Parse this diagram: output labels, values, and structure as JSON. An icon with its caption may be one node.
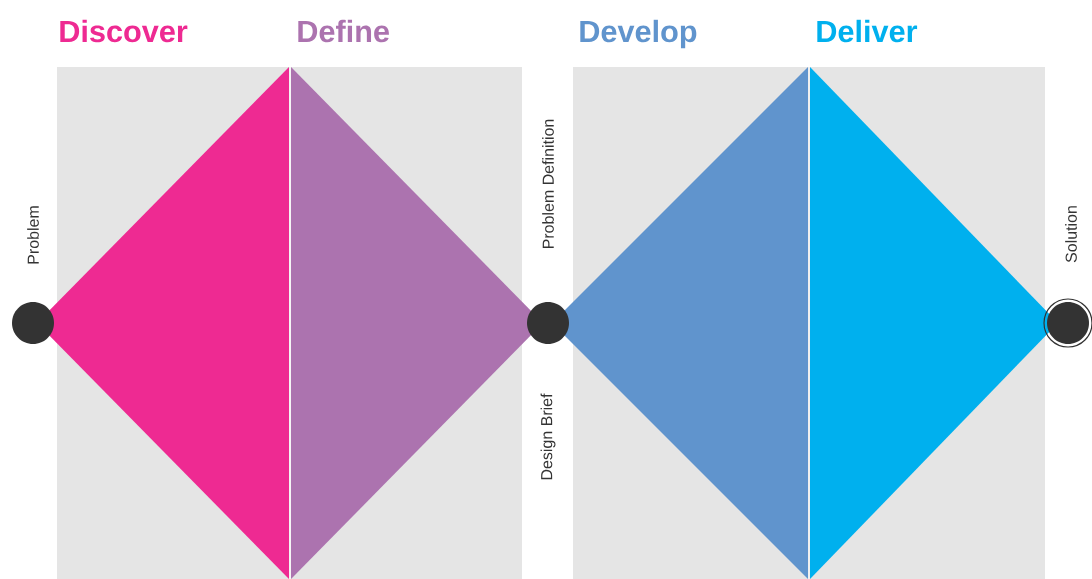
{
  "diagram": {
    "nodes": [
      {
        "text": [],
        "shape": "circle"
      },
      {
        "text": [
          "Discover"
        ]
      },
      {
        "text": [
          "Define"
        ]
      },
      {
        "text": [],
        "shape": "circle"
      },
      {
        "text": [
          "Develop"
        ]
      },
      {
        "text": [
          "Deliver"
        ]
      },
      {
        "text": [],
        "shape": "circle"
      }
    ],
    "labels": [
      "Problem",
      "Problem Definition",
      "Design Brief",
      "Solution"
    ]
  }
}
